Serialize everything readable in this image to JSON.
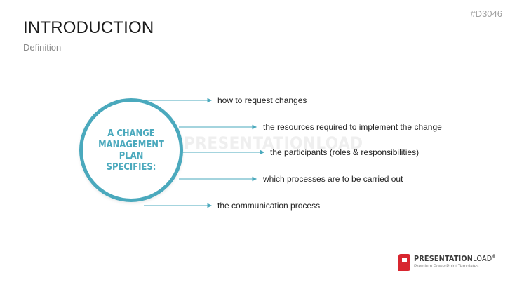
{
  "header": {
    "title": "INTRODUCTION",
    "subtitle": "Definition",
    "code": "#D3046"
  },
  "circle": {
    "text": "A CHANGE MANAGEMENT PLAN SPECIFIES:"
  },
  "items": [
    "how to request changes",
    "the resources required to implement the change",
    "the participants (roles & responsibilities)",
    "which processes are to be carried out",
    "the communication process"
  ],
  "watermark": {
    "text": "PRESENTATIONLOAD"
  },
  "logo": {
    "name_bold": "PRESENTATION",
    "name_light": "LOAD",
    "registered": "®",
    "tagline": "Premium PowerPoint Templates"
  },
  "colors": {
    "accent": "#4aa9bd",
    "logo_red": "#d8262f",
    "text": "#222222",
    "muted": "#8a8a8a"
  }
}
